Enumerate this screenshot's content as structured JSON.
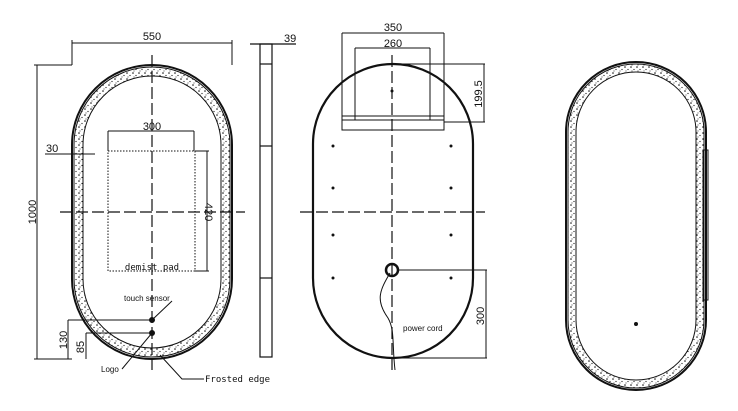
{
  "front_view": {
    "width_dim": "550",
    "height_dim": "1000",
    "border_dim": "30",
    "pad_width_dim": "300",
    "pad_height_dim": "420",
    "sensor_offset_dim": "130",
    "logo_offset_dim": "85",
    "demister_label": "demist pad",
    "touch_sensor_label": "touch sensor",
    "logo_label": "Logo",
    "frosted_edge_label": "Frosted edge"
  },
  "side_view": {
    "depth_dim": "39"
  },
  "back_view": {
    "bracket_outer_dim": "350",
    "bracket_inner_dim": "260",
    "bracket_top_dim": "199.5",
    "cord_height_dim": "300",
    "power_cord_label": "power cord"
  },
  "colors": {
    "line": "#111111",
    "background": "#ffffff"
  }
}
